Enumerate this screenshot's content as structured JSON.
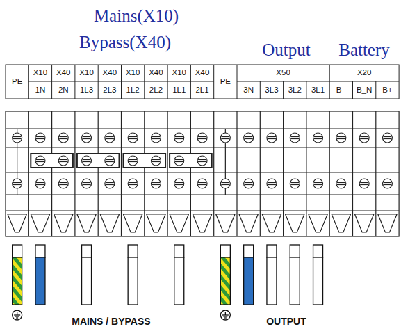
{
  "diagram": {
    "labels": [
      "Mains(X10)",
      "Bypass(X40)",
      "Output",
      "Battery",
      "PE",
      "X10",
      "X40",
      "X10",
      "X40",
      "X10",
      "X40",
      "X10",
      "X40",
      "1N",
      "2N",
      "1L3",
      "2L3",
      "1L2",
      "2L2",
      "1L1",
      "2L1",
      "PE",
      "X50",
      "3N",
      "3L3",
      "3L2",
      "3L1",
      "X20",
      "B−",
      "B_N",
      "B+",
      "MAINS / BYPASS",
      "OUTPUT"
    ]
  }
}
